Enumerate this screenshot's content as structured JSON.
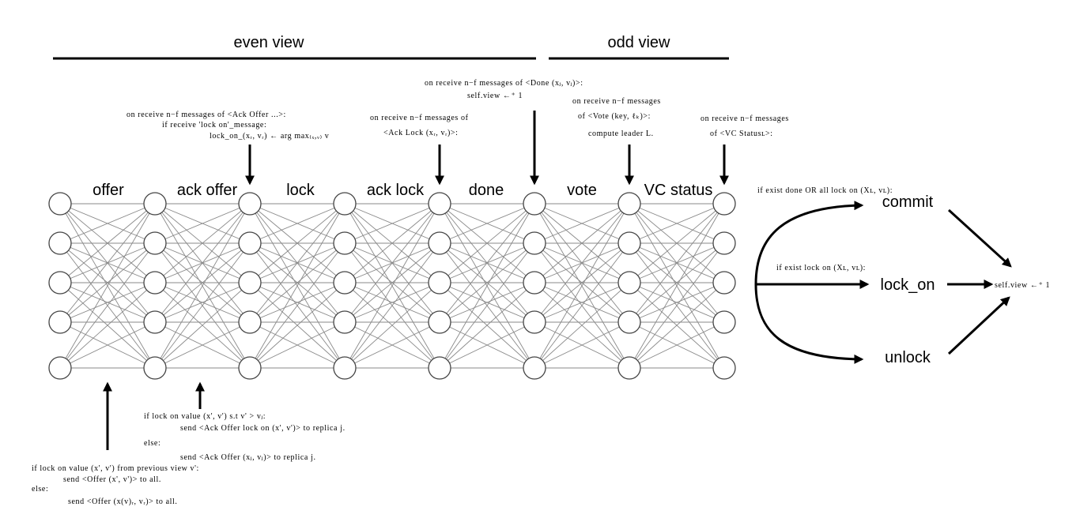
{
  "headers": {
    "even": "even view",
    "odd": "odd view"
  },
  "stages": [
    "offer",
    "ack offer",
    "lock",
    "ack lock",
    "done",
    "vote",
    "VC status"
  ],
  "annotations": {
    "ack_offer": [
      "on receive n−f messages of <Ack Offer ...>:",
      "if receive 'lock on'_message:",
      "lock_on_(xᵣ, vᵣ) ← arg max₍ₓ,ᵥ₎ v"
    ],
    "ack_lock": [
      "on receive n−f messages of",
      "<Ack Lock (xᵣ, vᵣ)>:"
    ],
    "done": [
      "on receive n−f messages of <Done (xⱼ, vⱼ)>:",
      "self.view ←⁺ 1"
    ],
    "vote": [
      "on receive n−f messages",
      "of <Vote (key, ℓₖ)>:",
      "compute leader L."
    ],
    "vc_status": [
      "on receive n−f messages",
      "of <VC Statusʟ>:"
    ],
    "lock_send": [
      "if lock on value (x', v') s.t v' > vⱼ:",
      "send <Ack Offer lock on (x', v')> to replica j.",
      "else:",
      "send <Ack Offer (xⱼ, vⱼ)> to replica j."
    ],
    "offer_send": [
      "if lock on value (x', v') from previous view v':",
      "send <Offer (x', v')> to all.",
      "else:",
      "send <Offer (x(v)ᵣ, vᵣ)> to all."
    ]
  },
  "outcomes": {
    "commit_cond": "if exist done OR all lock on (Xʟ, vʟ):",
    "lock_cond": "if exist lock on (Xʟ, vʟ):",
    "commit": "commit",
    "lock_on": "lock_on",
    "unlock": "unlock",
    "result": "self.view ←⁺ 1"
  }
}
